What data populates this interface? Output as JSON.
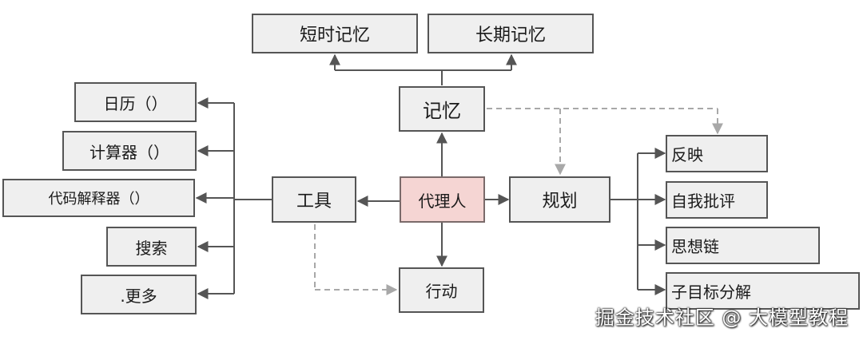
{
  "nodes": {
    "short_term_memory": "短时记忆",
    "long_term_memory": "长期记忆",
    "memory": "记忆",
    "calendar": "日历（）",
    "calculator": "计算器（）",
    "code_interpreter": "代码解释器（）",
    "search": "搜索",
    "more": ".更多",
    "tools": "工具",
    "agent": "代理人",
    "planning": "规划",
    "action": "行动",
    "reflection": "反映",
    "self_critique": "自我批评",
    "chain_of_thought": "思想链",
    "subgoal_decomposition": "子目标分解"
  },
  "watermark": "掘金技术社区 @ 大模型教程",
  "colors": {
    "node_fill": "#efefef",
    "node_border": "#555555",
    "center_fill": "#f5d5d3",
    "solid_arrow": "#555555",
    "dashed_arrow": "#a8a8a8"
  }
}
